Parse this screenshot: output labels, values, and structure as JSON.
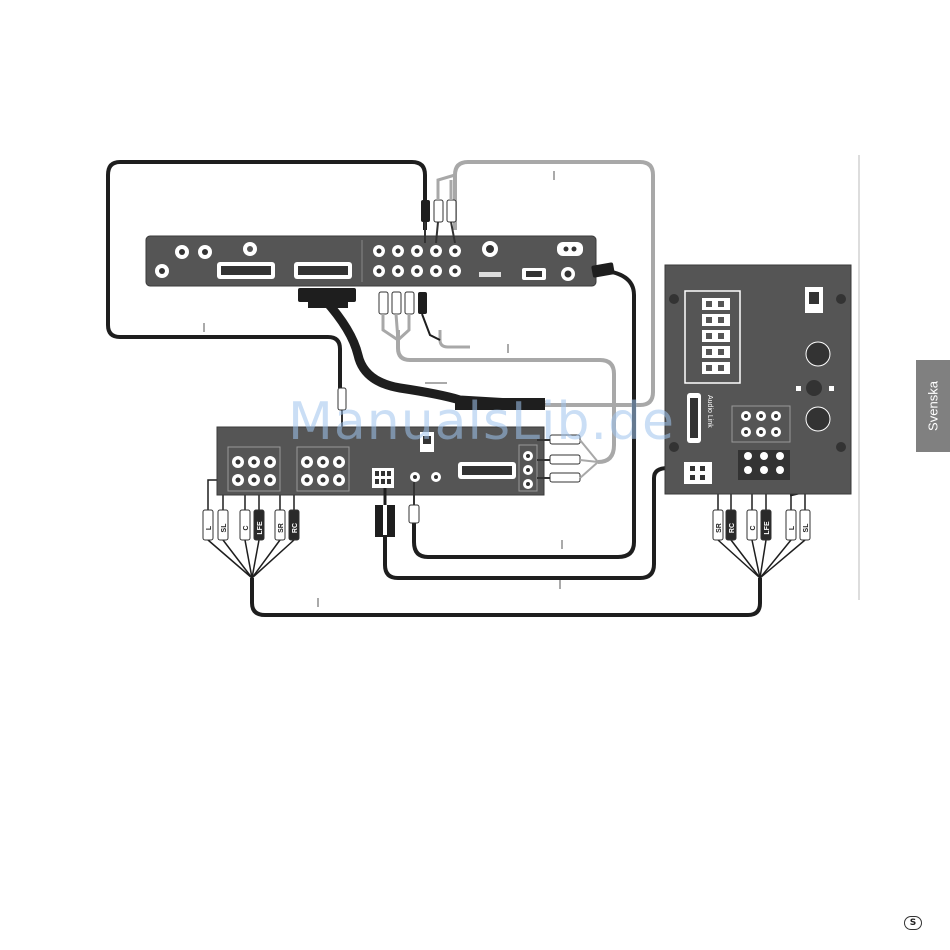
{
  "side_tab": {
    "label": "Svenska"
  },
  "watermark": {
    "text": "ManualsLib.de"
  },
  "page_marker": {
    "text": "S"
  },
  "subwoofer": {
    "audio_link_label": "Audio Link"
  },
  "surround_decoder": {
    "left_plugs": [
      "L",
      "SL",
      "C",
      "LFE",
      "SR",
      "RC"
    ],
    "right_plugs": [
      "SR",
      "RC",
      "C",
      "LFE",
      "L",
      "SL"
    ]
  },
  "colors": {
    "device_panel": "#555555",
    "cable_dark": "#1e1e1e",
    "cable_light": "#a8a8a8",
    "side_tab": "#808080",
    "watermark": "#9fc4ee"
  }
}
